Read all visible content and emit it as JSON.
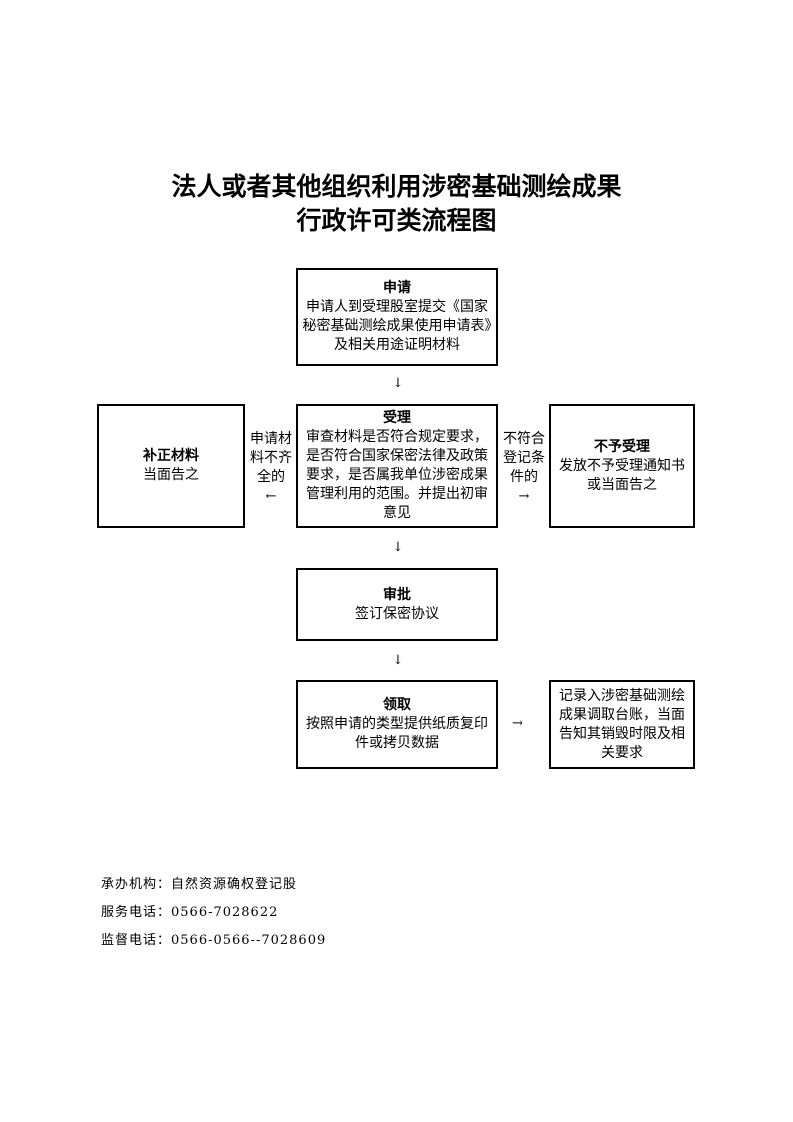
{
  "title": {
    "line1": "法人或者其他组织利用涉密基础测绘成果",
    "line2": "行政许可类流程图"
  },
  "steps": {
    "apply": {
      "head": "申请",
      "body": "申请人到受理股室提交《国家秘密基础测绘成果使用申请表》及相关用途证明材料"
    },
    "accept": {
      "head": "受理",
      "body": "审查材料是否符合规定要求，是否符合国家保密法律及政策要求，是否属我单位涉密成果管理利用的范围。并提出初审意见"
    },
    "correct": {
      "head": "补正材料",
      "body": "当面告之"
    },
    "reject": {
      "head": "不予受理",
      "body": "发放不予受理通知书或当面告之"
    },
    "approve": {
      "head": "审批",
      "body": "签订保密协议"
    },
    "receive": {
      "head": "领取",
      "body": "按照申请的类型提供纸质复印件或拷贝数据"
    },
    "record": {
      "body": "记录入涉密基础测绘成果调取台账，当面告知其销毁时限及相关要求"
    }
  },
  "conditions": {
    "left": {
      "text": "申请材料不齐全的",
      "arrow": "←"
    },
    "right": {
      "text": "不符合登记条件的",
      "arrow": "→"
    }
  },
  "arrows": {
    "down": "↓",
    "right": "→"
  },
  "footer": {
    "line1": "承办机构：自然资源确权登记股",
    "line2": "服务电话：0566-7028622",
    "line3": "监督电话：0566-0566--7028609"
  }
}
